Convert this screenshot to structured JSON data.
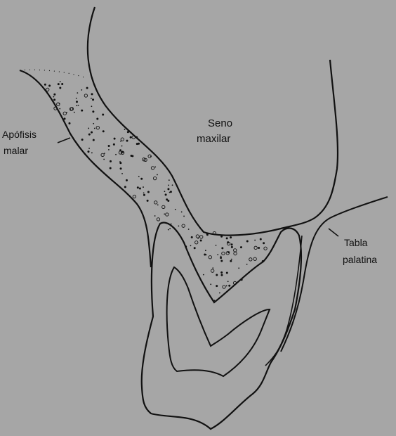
{
  "labels": {
    "sinus_line1": "Seno",
    "sinus_line2": "maxilar",
    "malar_line1": "Apófisis",
    "malar_line2": "malar",
    "palatal_line1": "Tabla",
    "palatal_line2": "palatina"
  },
  "colors": {
    "background": "#a6a6a6",
    "ink": "#111111"
  }
}
